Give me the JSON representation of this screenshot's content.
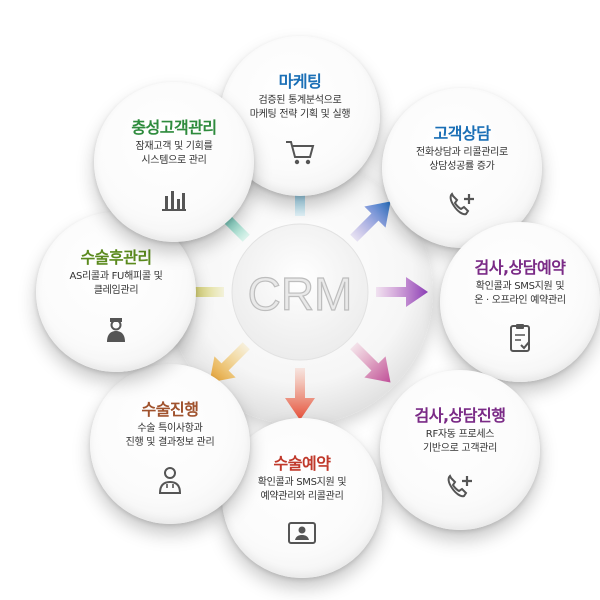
{
  "center": {
    "label": "CRM"
  },
  "nodes": [
    {
      "id": "marketing",
      "title": "마케팅",
      "desc": "검증된 통계분석으로\n마케팅 전략 기획 및 실행",
      "icon": "cart-icon",
      "color": "#1a6fb6"
    },
    {
      "id": "consult",
      "title": "고객상담",
      "desc": "전화상담과 리콜관리로\n상담성공률 증가",
      "icon": "phone-plus-icon",
      "color": "#1a6fb6"
    },
    {
      "id": "exam-reserve",
      "title": "검사,상담예약",
      "desc": "확인콜과 SMS지원 및\n온 · 오프라인 예약관리",
      "icon": "clipboard-check-icon",
      "color": "#7a2a86"
    },
    {
      "id": "exam-progress",
      "title": "검사,상담진행",
      "desc": "RF자동 프로세스\n기반으로 고객관리",
      "icon": "phone-plus-icon",
      "color": "#7a2a86"
    },
    {
      "id": "surgery-reserve",
      "title": "수술예약",
      "desc": "확인콜과 SMS지원 및\n예약관리와 리콜관리",
      "icon": "monitor-user-icon",
      "color": "#c0392b"
    },
    {
      "id": "surgery-progress",
      "title": "수술진행",
      "desc": "수술 특이사항과\n진행 및 결과정보 관리",
      "icon": "doctor-icon",
      "color": "#a0522d"
    },
    {
      "id": "aftercare",
      "title": "수술후관리",
      "desc": "AS리콜과 FU해피콜 및\n클레임관리",
      "icon": "nurse-icon",
      "color": "#5b8a1e"
    },
    {
      "id": "loyal",
      "title": "충성고객관리",
      "desc": "잠재고객 및 기회를\n시스템으로 관리",
      "icon": "bar-chart-icon",
      "color": "#2e8b3d"
    }
  ]
}
